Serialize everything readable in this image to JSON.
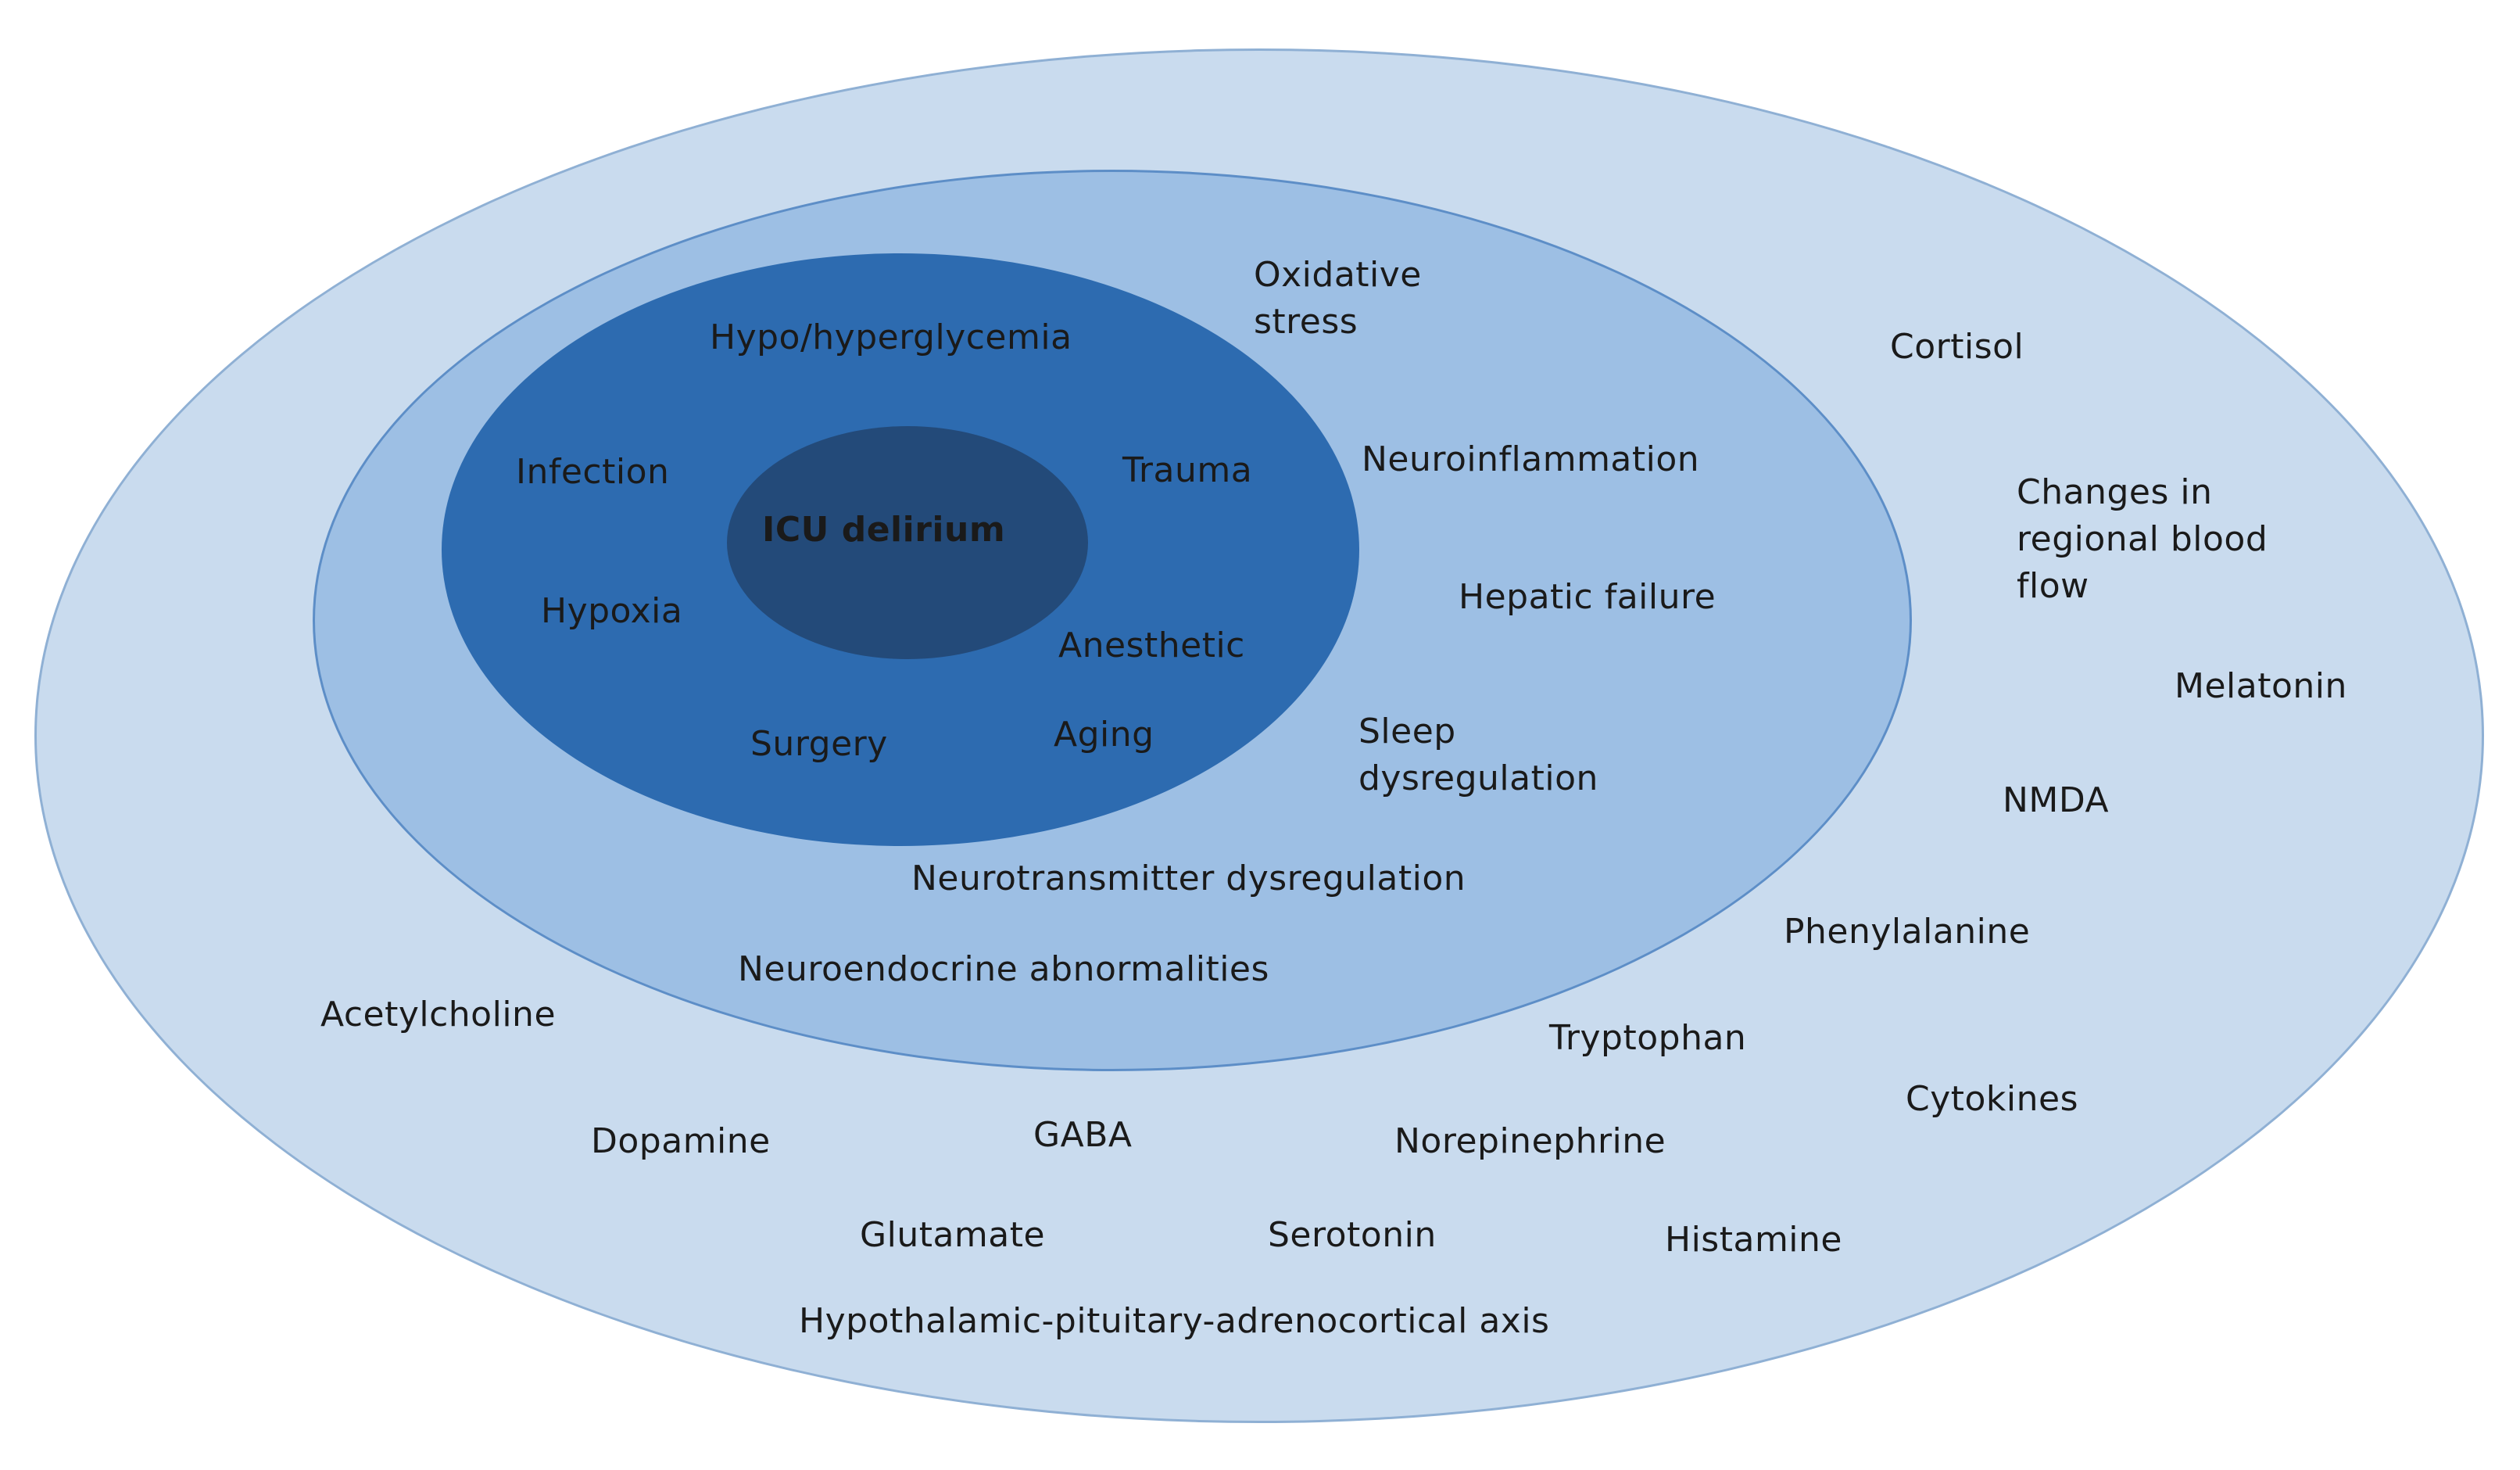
{
  "colors": {
    "outer": "#c9dbee",
    "middle": "#9dbfe4",
    "inner": "#2d6bb0",
    "core": "#234a79",
    "text": "#1a1a1a"
  },
  "core_label": "ICU delirium",
  "inner_labels": {
    "hypo": "Hypo/hyperglycemia",
    "infection": "Infection",
    "trauma": "Trauma",
    "hypoxia": "Hypoxia",
    "anesthetic": "Anesthetic",
    "surgery": "Surgery",
    "aging": "Aging"
  },
  "middle_labels": {
    "oxidative": "Oxidative\nstress",
    "neuroinflammation": "Neuroinflammation",
    "hepatic": "Hepatic failure",
    "sleep": "Sleep\ndysregulation",
    "neurotransmitter": "Neurotransmitter dysregulation",
    "neuroendocrine": "Neuroendocrine abnormalities"
  },
  "outer_labels": {
    "cortisol": "Cortisol",
    "blood_flow": "Changes in\nregional blood\nflow",
    "melatonin": "Melatonin",
    "nmda": "NMDA",
    "phenylalanine": "Phenylalanine",
    "acetylcholine": "Acetylcholine",
    "tryptophan": "Tryptophan",
    "cytokines": "Cytokines",
    "dopamine": "Dopamine",
    "gaba": "GABA",
    "norepinephrine": "Norepinephrine",
    "glutamate": "Glutamate",
    "serotonin": "Serotonin",
    "histamine": "Histamine",
    "hpa_axis": "Hypothalamic-pituitary-adrenocortical axis"
  }
}
